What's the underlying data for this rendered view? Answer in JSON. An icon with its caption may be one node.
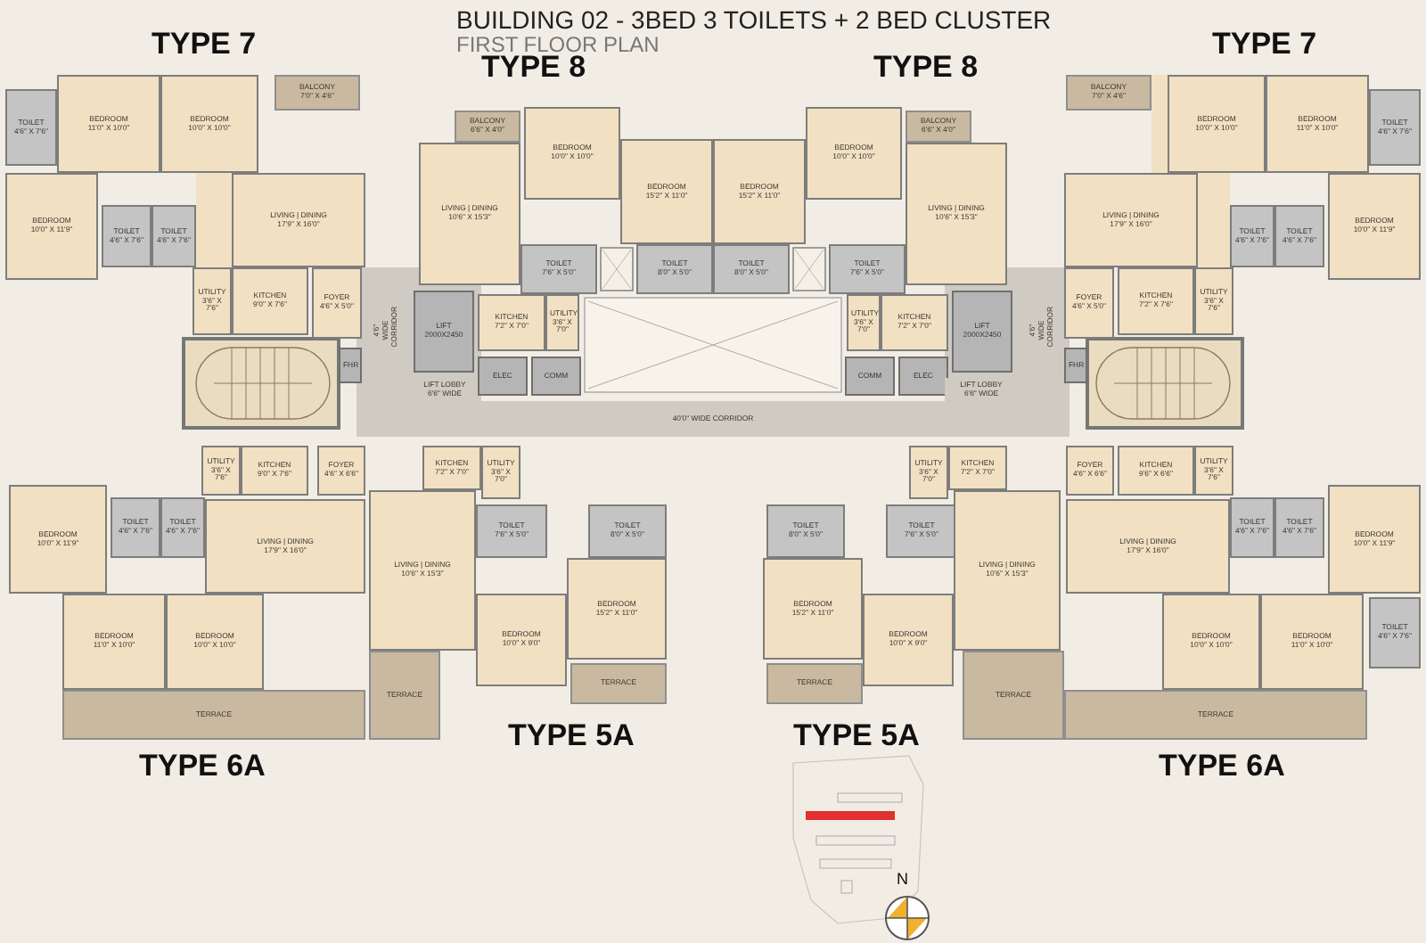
{
  "diagram": {
    "title": "BUILDING 02 - 3BED 3 TOILETS + 2 BED CLUSTER",
    "caption": "FIRST FLOOR PLAN",
    "nodes": [
      {
        "text": [
          "BALCONY",
          "7'0\" X 4'6\""
        ]
      },
      {
        "text": [
          "TOILET",
          "4'6\" X 7'6\""
        ]
      },
      {
        "text": [
          "BEDROOM",
          "11'0\" X 10'0\""
        ]
      },
      {
        "text": [
          "BEDROOM",
          "10'0\" X 10'0\""
        ]
      },
      {
        "text": [
          "BEDROOM",
          "10'0\" X 11'9\""
        ]
      },
      {
        "text": [
          "TOILET",
          "4'6\" X 7'6\""
        ]
      },
      {
        "text": [
          "TOILET",
          "4'6\" X 7'6\""
        ]
      },
      {
        "text": [
          "LIVING | DINING",
          "17'9\" X 16'0\""
        ]
      },
      {
        "text": [
          "FOYER",
          "4'6\" X 5'0\""
        ]
      },
      {
        "text": [
          "UTILITY",
          "3'6\" X 7'6\""
        ]
      },
      {
        "text": [
          "KITCHEN",
          "9'0\" X 7'6\""
        ]
      },
      {
        "text": [
          "FHR"
        ]
      },
      {
        "text": [
          "4'6\" WIDE CORRIDOR"
        ]
      },
      {
        "text": [
          "LIFT",
          "2000X2450"
        ]
      },
      {
        "text": [
          "LIFT LOBBY",
          "6'6\" WIDE"
        ]
      },
      {
        "text": [
          "BALCONY",
          "6'6\" X 4'0\""
        ]
      },
      {
        "text": [
          "BEDROOM",
          "10'0\" X 10'0\""
        ]
      },
      {
        "text": [
          "LIVING | DINING",
          "10'6\" X 15'3\""
        ]
      },
      {
        "text": [
          "BEDROOM",
          "15'2\" X 11'0\""
        ]
      },
      {
        "text": [
          "TOILET",
          "7'6\" X 5'0\""
        ]
      },
      {
        "text": [
          "TOILET",
          "8'0\" X 5'0\""
        ]
      },
      {
        "text": [
          "KITCHEN",
          "7'2\" X 7'0\""
        ]
      },
      {
        "text": [
          "UTILITY",
          "3'6\" X 7'0\""
        ]
      },
      {
        "text": [
          "ELEC"
        ]
      },
      {
        "text": [
          "COMM"
        ]
      },
      {
        "text": [
          "40'0\" WIDE CORRIDOR"
        ]
      },
      {
        "text": [
          "BALCONY",
          "6'6\" X 4'0\""
        ]
      },
      {
        "text": [
          "BEDROOM",
          "10'0\" X 10'0\""
        ]
      },
      {
        "text": [
          "LIVING | DINING",
          "10'6\" X 15'3\""
        ]
      },
      {
        "text": [
          "BEDROOM",
          "15'2\" X 11'0\""
        ]
      },
      {
        "text": [
          "TOILET",
          "8'0\" X 5'0\""
        ]
      },
      {
        "text": [
          "TOILET",
          "7'6\" X 5'0\""
        ]
      },
      {
        "text": [
          "UTILITY",
          "3'6\" X 7'0\""
        ]
      },
      {
        "text": [
          "KITCHEN",
          "7'2\" X 7'0\""
        ]
      },
      {
        "text": [
          "COMM"
        ]
      },
      {
        "text": [
          "ELEC"
        ]
      },
      {
        "text": [
          "LIFT",
          "2000X2450"
        ]
      },
      {
        "text": [
          "LIFT LOBBY",
          "6'6\" WIDE"
        ]
      },
      {
        "text": [
          "4'6\" WIDE CORRIDOR"
        ]
      },
      {
        "text": [
          "BALCONY",
          "7'0\" X 4'6\""
        ]
      },
      {
        "text": [
          "BEDROOM",
          "10'0\" X 10'0\""
        ]
      },
      {
        "text": [
          "BEDROOM",
          "11'0\" X 10'0\""
        ]
      },
      {
        "text": [
          "TOILET",
          "4'6\" X 7'6\""
        ]
      },
      {
        "text": [
          "LIVING | DINING",
          "17'9\" X 16'0\""
        ]
      },
      {
        "text": [
          "TOILET",
          "4'6\" X 7'6\""
        ]
      },
      {
        "text": [
          "TOILET",
          "4'6\" X 7'6\""
        ]
      },
      {
        "text": [
          "BEDROOM",
          "10'0\" X 11'9\""
        ]
      },
      {
        "text": [
          "FOYER",
          "4'6\" X 5'0\""
        ]
      },
      {
        "text": [
          "KITCHEN",
          "7'2\" X 7'6\""
        ]
      },
      {
        "text": [
          "UTILITY",
          "3'6\" X 7'6\""
        ]
      },
      {
        "text": [
          "FHR"
        ]
      },
      {
        "text": [
          "UTILITY",
          "3'6\" X 7'6\""
        ]
      },
      {
        "text": [
          "KITCHEN",
          "9'0\" X 7'6\""
        ]
      },
      {
        "text": [
          "FOYER",
          "4'6\" X 6'6\""
        ]
      },
      {
        "text": [
          "BEDROOM",
          "10'0\" X 11'9\""
        ]
      },
      {
        "text": [
          "TOILET",
          "4'6\" X 7'6\""
        ]
      },
      {
        "text": [
          "TOILET",
          "4'6\" X 7'6\""
        ]
      },
      {
        "text": [
          "LIVING | DINING",
          "17'9\" X 16'0\""
        ]
      },
      {
        "text": [
          "BEDROOM",
          "11'0\" X 10'0\""
        ]
      },
      {
        "text": [
          "BEDROOM",
          "10'0\" X 10'0\""
        ]
      },
      {
        "text": [
          "KITCHEN",
          "7'2\" X 7'0\""
        ]
      },
      {
        "text": [
          "LIVING | DINING",
          "10'6\" X 15'3\""
        ]
      },
      {
        "text": [
          "UTILITY",
          "3'6\" X 7'0\""
        ]
      },
      {
        "text": [
          "TOILET",
          "7'6\" X 5'0\""
        ]
      },
      {
        "text": [
          "TOILET",
          "8'0\" X 5'0\""
        ]
      },
      {
        "text": [
          "BEDROOM",
          "15'2\" X 11'0\""
        ]
      },
      {
        "text": [
          "BEDROOM",
          "10'0\" X 9'0\""
        ]
      },
      {
        "text": [
          "TERRACE"
        ]
      },
      {
        "text": [
          "TERRACE"
        ]
      },
      {
        "text": [
          "TERRACE"
        ]
      },
      {
        "text": [
          "TERRACE"
        ]
      },
      {
        "text": [
          "TOILET",
          "8'0\" X 5'0\""
        ]
      },
      {
        "text": [
          "TOILET",
          "7'6\" X 5'0\""
        ]
      },
      {
        "text": [
          "UTILITY",
          "3'6\" X 7'0\""
        ]
      },
      {
        "text": [
          "KITCHEN",
          "7'2\" X 7'0\""
        ]
      },
      {
        "text": [
          "BEDROOM",
          "15'2\" X 11'0\""
        ]
      },
      {
        "text": [
          "BEDROOM",
          "10'0\" X 9'0\""
        ]
      },
      {
        "text": [
          "LIVING | DINING",
          "10'6\" X 15'3\""
        ]
      },
      {
        "text": [
          "FOYER",
          "4'6\" X 6'6\""
        ]
      },
      {
        "text": [
          "KITCHEN",
          "9'6\" X 6'6\""
        ]
      },
      {
        "text": [
          "UTILITY",
          "3'6\" X 7'6\""
        ]
      },
      {
        "text": [
          "LIVING | DINING",
          "17'9\" X 16'0\""
        ]
      },
      {
        "text": [
          "TOILET",
          "4'6\" X 7'6\""
        ]
      },
      {
        "text": [
          "TOILET",
          "4'6\" X 7'6\""
        ]
      },
      {
        "text": [
          "BEDROOM",
          "10'0\" X 11'9\""
        ]
      },
      {
        "text": [
          "BEDROOM",
          "10'0\" X 10'0\""
        ]
      },
      {
        "text": [
          "BEDROOM",
          "11'0\" X 10'0\""
        ]
      },
      {
        "text": [
          "TOILET",
          "4'6\" X 7'6\""
        ]
      },
      {
        "text": [
          "TERRACE"
        ]
      },
      {
        "text": [
          "TERRACE"
        ]
      }
    ],
    "labels": [
      "TYPE 7",
      "TYPE 8",
      "TYPE 8",
      "TYPE 7",
      "TYPE 6A",
      "TYPE 5A",
      "TYPE 5A",
      "TYPE 6A",
      "N"
    ]
  }
}
